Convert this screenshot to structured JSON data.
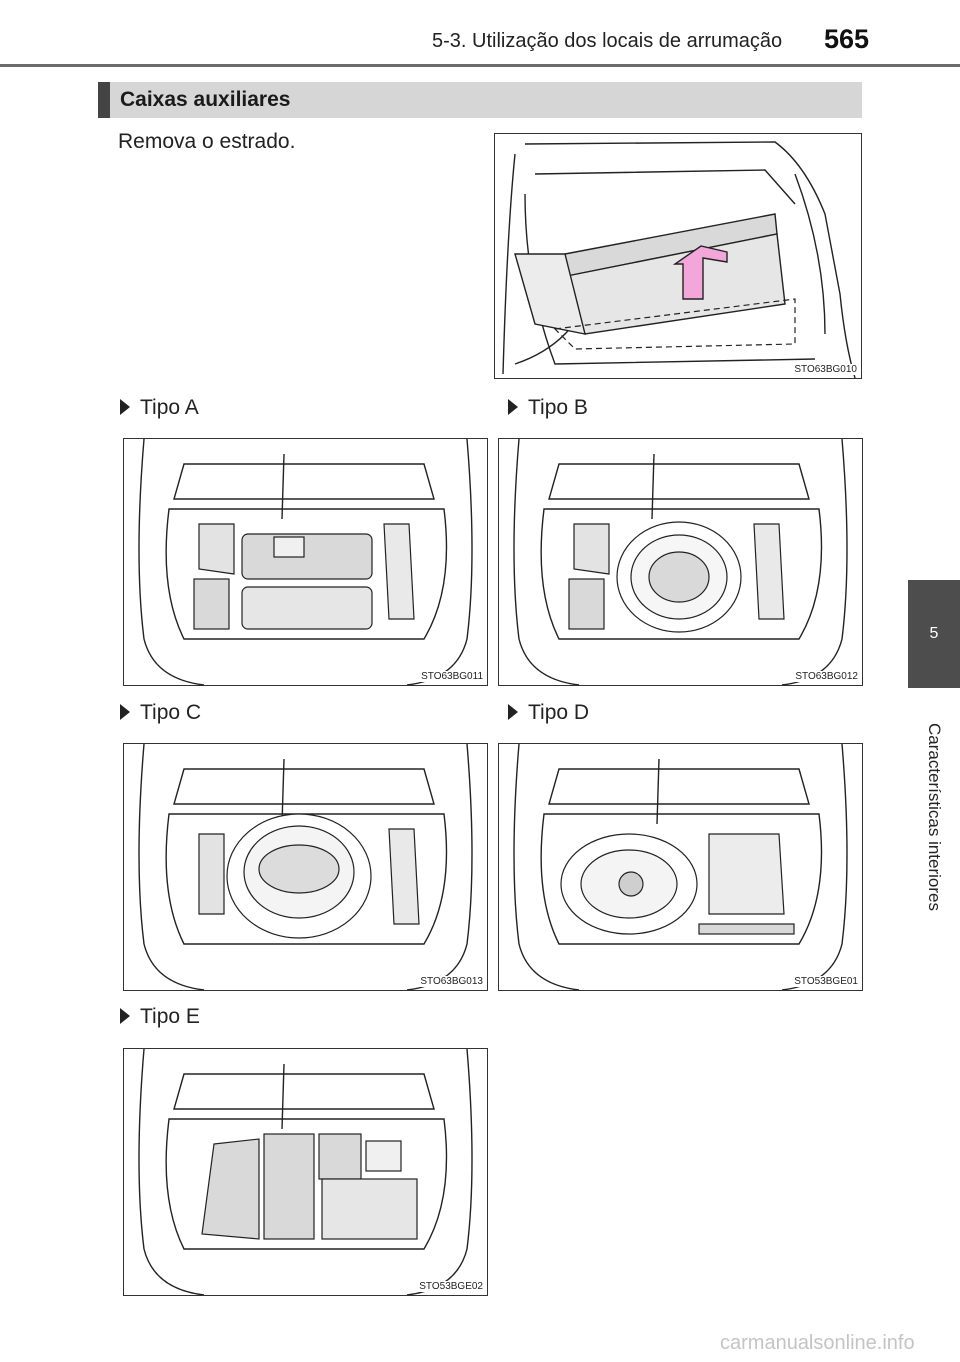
{
  "header": {
    "section_title": "5-3. Utilização dos locais de arrumação",
    "page_number": "565"
  },
  "side_tab": {
    "chapter_number": "5",
    "chapter_label": "Características interiores"
  },
  "section": {
    "title": "Caixas auxiliares"
  },
  "instruction": "Remova o estrado.",
  "figures": {
    "top": {
      "code": "STO63BG010"
    },
    "type_a": {
      "label": "Tipo A",
      "code": "STO63BG011"
    },
    "type_b": {
      "label": "Tipo B",
      "code": "STO63BG012"
    },
    "type_c": {
      "label": "Tipo C",
      "code": "STO63BG013"
    },
    "type_d": {
      "label": "Tipo D",
      "code": "STO53BGE01"
    },
    "type_e": {
      "label": "Tipo E",
      "code": "STO53BGE02"
    }
  },
  "colors": {
    "arrow_pink": "#f2a6d9",
    "section_bar": "#d6d6d6",
    "side_tab": "#4d4d4d"
  },
  "watermark": "carmanualsonline.info"
}
